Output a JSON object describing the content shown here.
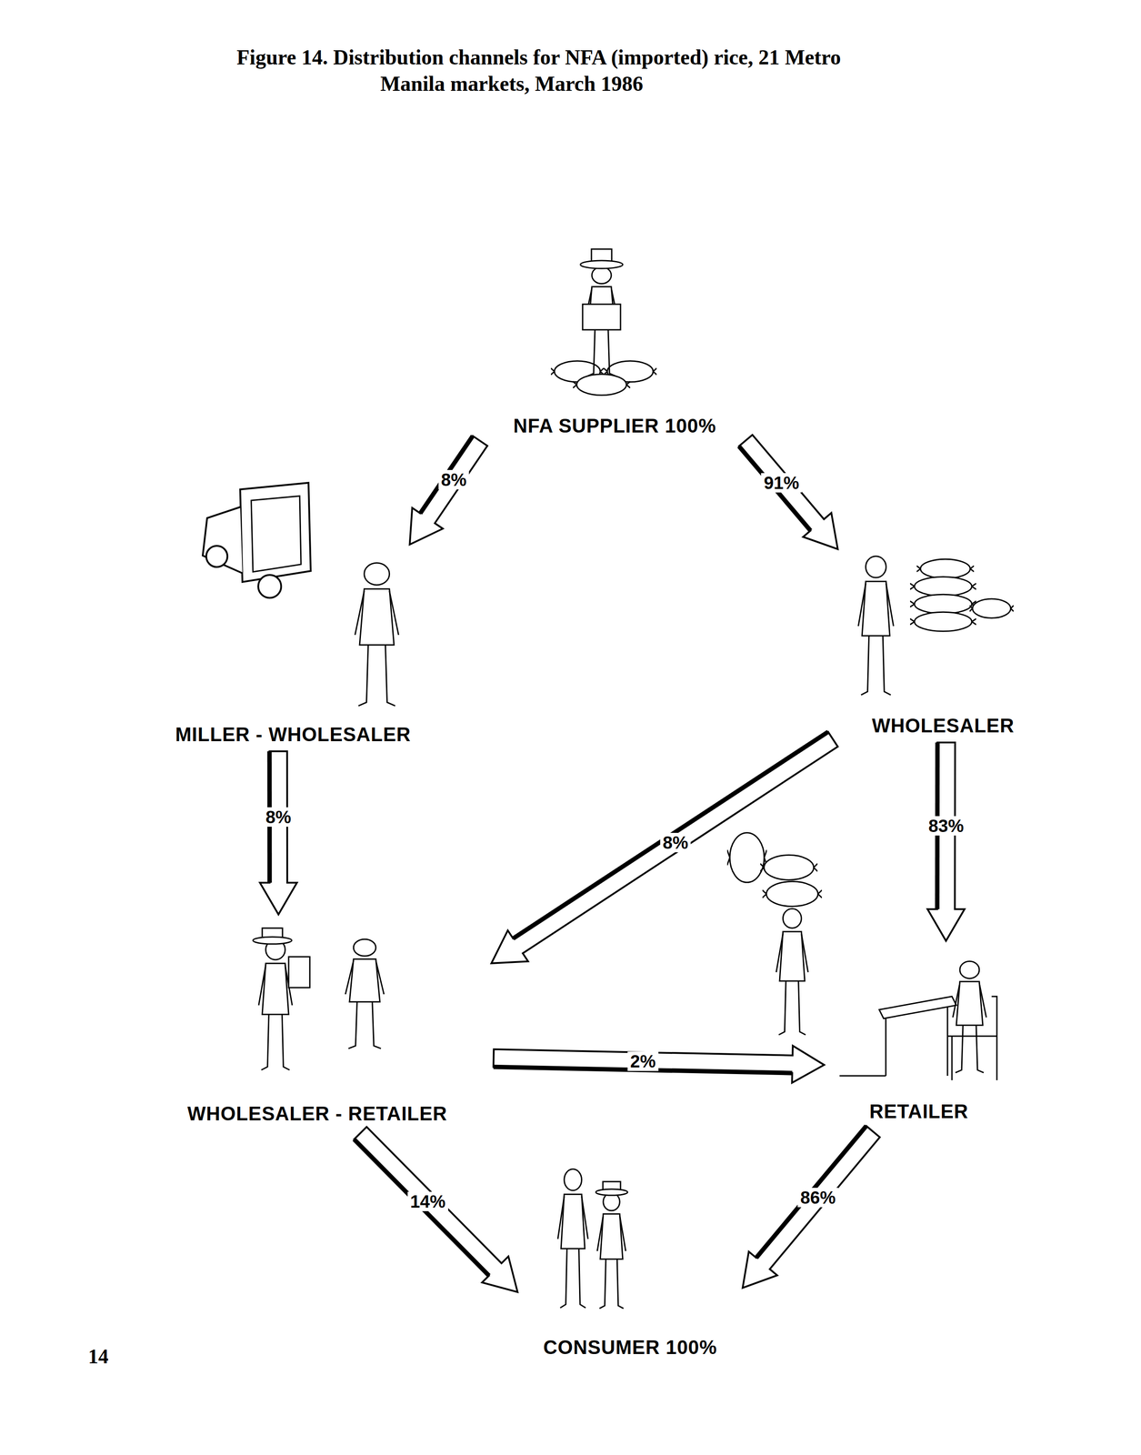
{
  "diagram": {
    "title": "Figure 14. Distribution channels for NFA (imported) rice, 21 Metro Manila markets, March 1986",
    "nodes": [
      {
        "text": [
          "NFA SUPPLIER 100%"
        ]
      },
      {
        "text": [
          "MILLER - WHOLESALER"
        ]
      },
      {
        "text": [
          "WHOLESALER"
        ]
      },
      {
        "text": [
          "WHOLESALER - RETAILER"
        ]
      },
      {
        "text": [
          "RETAILER"
        ]
      },
      {
        "text": [
          "CONSUMER 100%"
        ]
      }
    ],
    "edges": [
      {
        "from": 0,
        "to": 1,
        "label": "8%",
        "arrow": "to"
      },
      {
        "from": 0,
        "to": 2,
        "label": "91%",
        "arrow": "to"
      },
      {
        "from": 1,
        "to": 3,
        "label": "8%",
        "arrow": "to"
      },
      {
        "from": 2,
        "to": 3,
        "label": "8%",
        "arrow": "to"
      },
      {
        "from": 2,
        "to": 4,
        "label": "83%",
        "arrow": "to"
      },
      {
        "from": 3,
        "to": 4,
        "label": "2%",
        "arrow": "to"
      },
      {
        "from": 3,
        "to": 5,
        "label": "14%",
        "arrow": "to"
      },
      {
        "from": 4,
        "to": 5,
        "label": "86%",
        "arrow": "to"
      }
    ],
    "labels": [
      "14"
    ]
  }
}
